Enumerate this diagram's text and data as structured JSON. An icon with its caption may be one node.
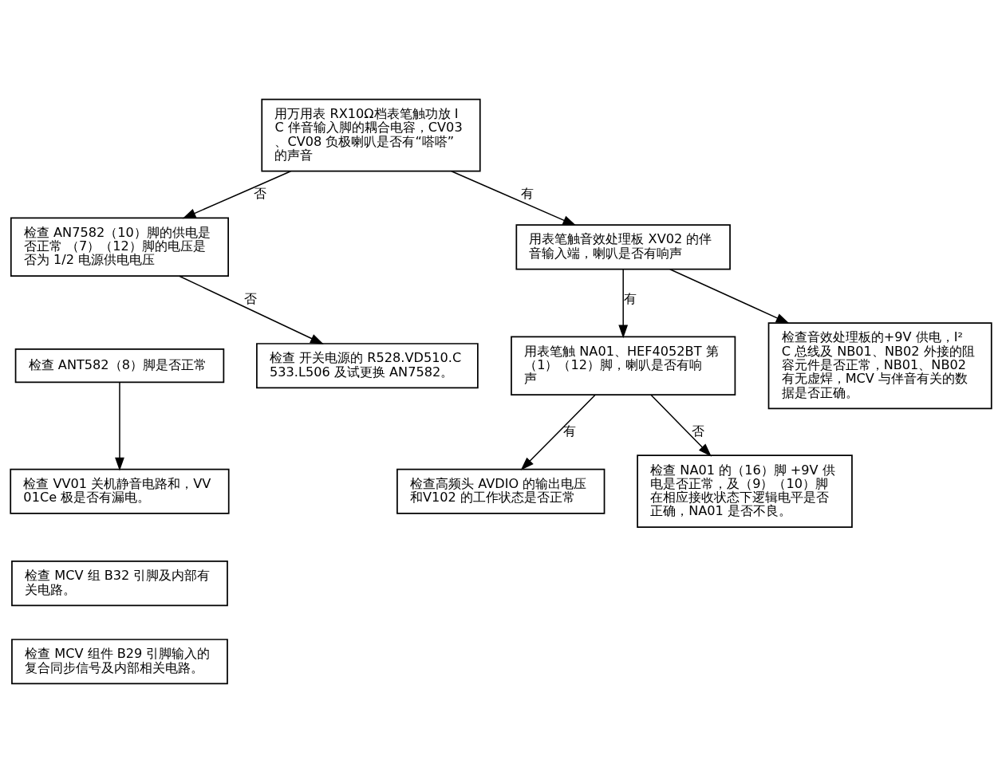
{
  "diagram": {
    "nodes": [
      {
        "text": [
          "用万用表 RX10Ω档表笔触功放 IC 伴音输入脚的耦合电容，CV03、CV08 负极喇叭是否有“嗒嗒”的声音"
        ]
      },
      {
        "text": [
          "检查 AN7582（10）脚的供电是否正常 （7）（12）脚的电压是否为 1/2 电源供电电压"
        ]
      },
      {
        "text": [
          "检查 ANT582（8）脚是否正常"
        ]
      },
      {
        "text": [
          "检查 开关电源的 R528.VD510.C533.L506 及试更换 AN7582。"
        ]
      },
      {
        "text": [
          "检查 VV01 关机静音电路和，VV01Ce 极是否有漏电。"
        ]
      },
      {
        "text": [
          "检查 MCV 组 B32 引脚及内部有关电路。"
        ]
      },
      {
        "text": [
          "检查 MCV 组件 B29 引脚输入的复合同步信号及内部相关电路。"
        ]
      },
      {
        "text": [
          "用表笔触音效处理板 XV02 的伴音输入端，喇叭是否有响声"
        ]
      },
      {
        "text": [
          "用表笔触 NA01、HEF4052BT 第（1）（12）脚，喇叭是否有响声"
        ]
      },
      {
        "text": [
          "检查高频头 AVDIO 的输出电压和V102 的工作状态是否正常"
        ]
      },
      {
        "text": [
          "检查音效处理板的+9V 供电，I²C 总线及 NB01、NB02 外接的阻容元件是否正常，NB01、NB02 有无虚焊，MCV 与伴音有关的数据是否正确。"
        ]
      },
      {
        "text": [
          "检查 NA01 的（16）脚 +9V 供电是否正常，及（9）（10）脚在相应接收状态下逻辑电平是否正确，NA01 是否不良。"
        ]
      }
    ],
    "edges": [
      {
        "from": 0,
        "to": 1,
        "arrow": "to",
        "label": "否"
      },
      {
        "from": 0,
        "to": 7,
        "arrow": "to",
        "label": "有"
      },
      {
        "from": 1,
        "to": 3,
        "arrow": "to",
        "label": "否"
      },
      {
        "from": 2,
        "to": 4,
        "arrow": "to"
      },
      {
        "from": 7,
        "to": 8,
        "arrow": "to",
        "label": "有"
      },
      {
        "from": 7,
        "to": 10,
        "arrow": "to"
      },
      {
        "from": 8,
        "to": 9,
        "arrow": "to",
        "label": "有"
      },
      {
        "from": 8,
        "to": 11,
        "arrow": "to",
        "label": "否"
      }
    ]
  }
}
